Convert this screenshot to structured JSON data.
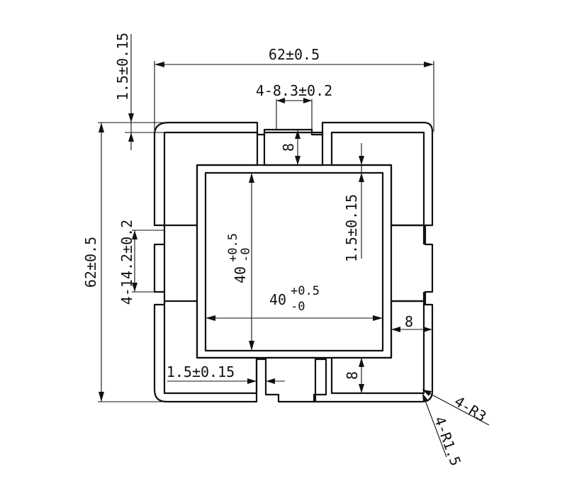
{
  "dimensions": {
    "overall_width": "62±0.5",
    "overall_height": "62±0.5",
    "wall_top": "1.5±0.15",
    "wall_inner": "1.5±0.15",
    "wall_bottom": "1.5±0.15",
    "slot_top_width": "4-8.3±0.2",
    "slot_side_width": "4-14.2±0.2",
    "slot_depth_top": "8",
    "slot_depth_bottom": "8",
    "slot_depth_right": "8",
    "inner_height_base": "40",
    "inner_height_tol_upper": "+0.5",
    "inner_height_tol_lower": "-0",
    "inner_width_base": "40",
    "inner_width_tol_upper": "+0.5",
    "inner_width_tol_lower": "-0",
    "radius_outer": "4-R3",
    "radius_inner": "4-R1.5"
  },
  "colors": {
    "line": "#111111",
    "background": "#ffffff"
  }
}
